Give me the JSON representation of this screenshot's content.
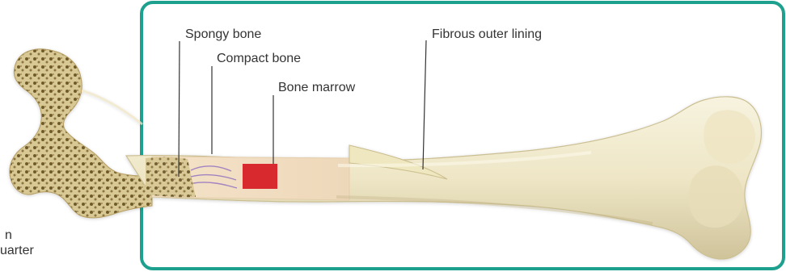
{
  "labels": {
    "spongy_bone": "Spongy bone",
    "compact_bone": "Compact bone",
    "bone_marrow": "Bone marrow",
    "fibrous_outer_lining": "Fibrous outer lining"
  },
  "left_note": {
    "line1": "n",
    "line2": "uarter"
  },
  "colors": {
    "panel_border": "#1ea08e",
    "bone_fill": "#e8dfb8",
    "spongy_fill": "#c8b57b",
    "marrow": "#d82a2d",
    "text": "#333333"
  }
}
